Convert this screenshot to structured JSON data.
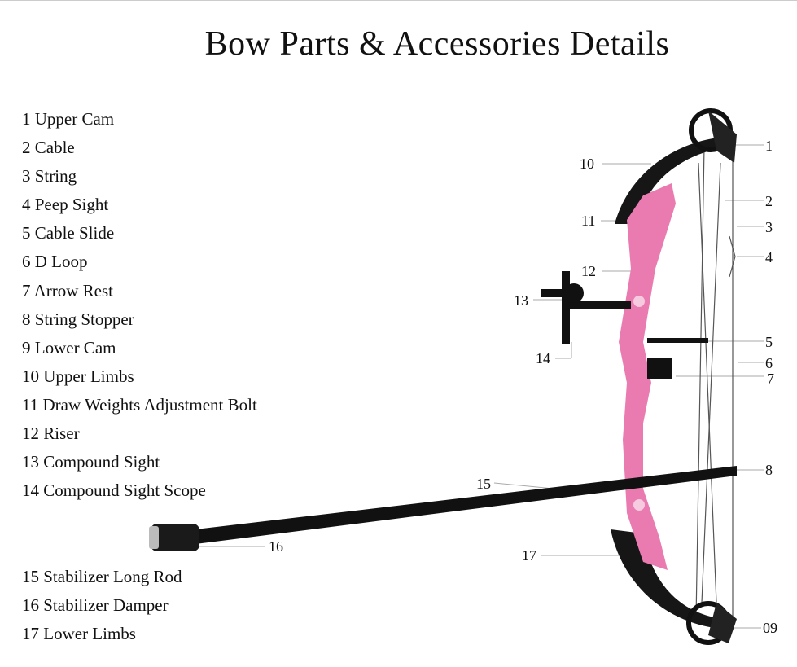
{
  "title": "Bow Parts & Accessories Details",
  "parts_list_top": [
    "1 Upper Cam",
    "2 Cable",
    "3 String",
    "4 Peep Sight",
    "5 Cable Slide",
    "6 D Loop",
    "7 Arrow Rest",
    "8 String Stopper",
    "9 Lower Cam",
    "10 Upper Limbs",
    "11 Draw Weights Adjustment Bolt",
    "12 Riser",
    "13 Compound Sight",
    "14 Compound Sight Scope"
  ],
  "parts_list_bottom": [
    "15 Stabilizer Long Rod",
    "16 Stabilizer Damper",
    "17 Lower Limbs"
  ],
  "callouts": {
    "c1": "1",
    "c2": "2",
    "c3": "3",
    "c4": "4",
    "c5": "5",
    "c6": "6",
    "c7": "7",
    "c8": "8",
    "c9": "09",
    "c10": "10",
    "c11": "11",
    "c12": "12",
    "c13": "13",
    "c14": "14",
    "c15": "15",
    "c16": "16",
    "c17": "17"
  },
  "colors": {
    "riser": "#e97bb0",
    "limb": "#161616",
    "leader": "#aaaaaa"
  }
}
